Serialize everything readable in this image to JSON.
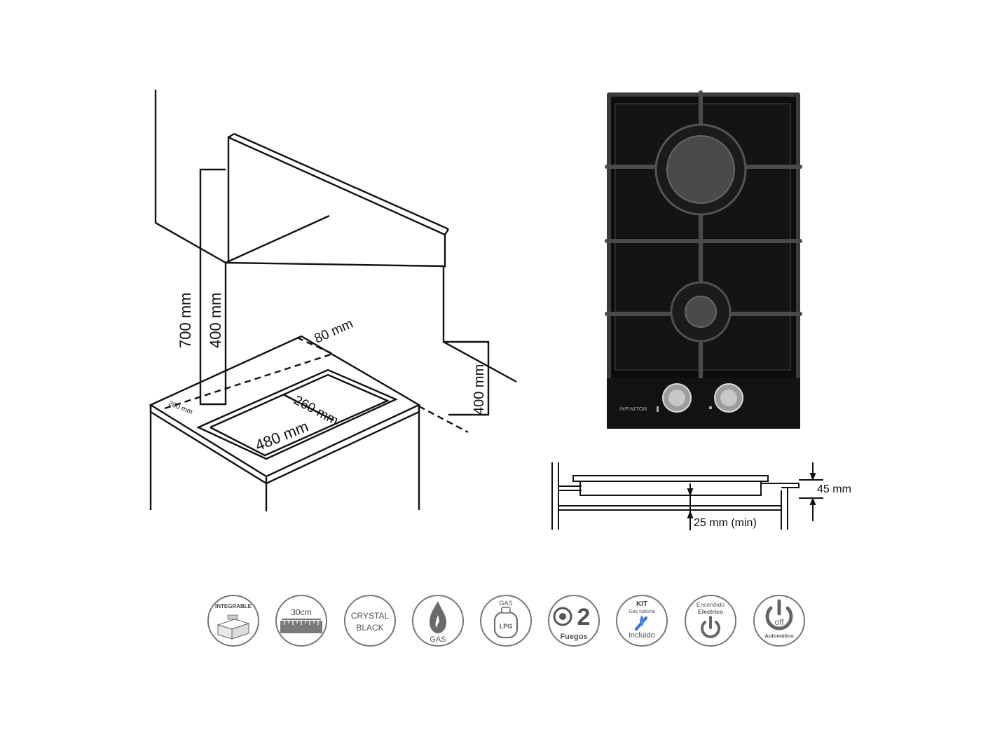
{
  "installation": {
    "wall_height": "700 mm",
    "hood_height": "400 mm",
    "counter_gap": "80 mm",
    "side_clearance": "200 mm",
    "cutout_depth": "260 mm",
    "cutout_width": "480 mm",
    "side_wall": "400 mm"
  },
  "hob": {
    "brand": "INFINITON"
  },
  "section": {
    "height": "45 mm",
    "clearance": "25 mm (min)"
  },
  "badges": {
    "integrable": "INTEGRABLE",
    "size": "30cm",
    "crystal": "CRYSTAL",
    "black": "BLACK",
    "gas": "GAS",
    "gas_top": "GAS",
    "lpg": "LPG",
    "fuegos_num": "2",
    "fuegos": "Fuegos",
    "kit": "KIT",
    "gas_natural": "Gas Natural",
    "incluido": "incluido",
    "encendido": "Encendido",
    "electrico": "Electrico",
    "off": "off",
    "automatico": "Automático"
  }
}
